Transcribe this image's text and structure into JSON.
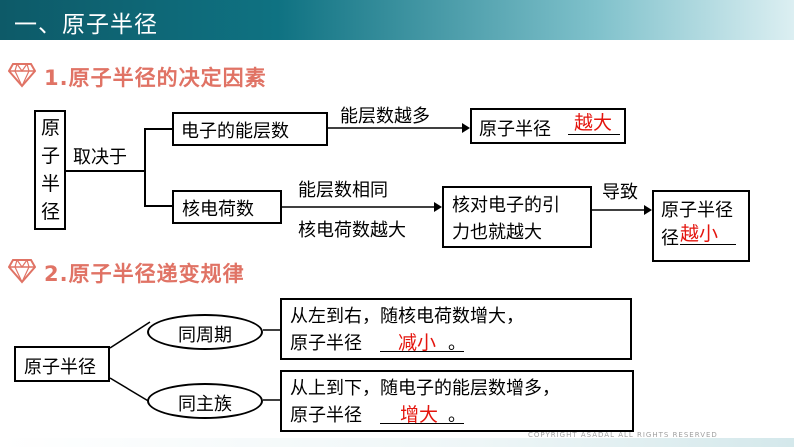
{
  "header": {
    "title": "一、原子半径"
  },
  "section1": {
    "title": "1.原子半径的决定因素",
    "root_label": "原子半径",
    "depends_on": "取决于",
    "factor_shells": "电子的能层数",
    "shells_condition": "能层数越多",
    "result1_prefix": "原子半径",
    "result1_answer": "越大",
    "factor_charge": "核电荷数",
    "charge_condition_1": "能层数相同",
    "charge_condition_2": "核电荷数越大",
    "attraction_line1": "核对电子的引",
    "attraction_line2": "力也就越大",
    "leads_to": "导致",
    "result2_line1": "原子半径",
    "result2_prefix": "径",
    "result2_answer": "越小"
  },
  "section2": {
    "title": "2.原子半径递变规律",
    "root_label": "原子半径",
    "period_label": "同周期",
    "period_line1": "从左到右，随核电荷数增大，",
    "period_line2_prefix": "原子半径",
    "period_answer": "减小",
    "period_suffix": "。",
    "group_label": "同主族",
    "group_line1": "从上到下，随电子的能层数增多，",
    "group_line2_prefix": "原子半径",
    "group_answer": "增大",
    "group_suffix": "。"
  },
  "footer": {
    "copyright": "COPYRIGHT  ASADAL  ALL RIGHTS RESERVED"
  },
  "colors": {
    "header": "#0f7282",
    "section": "#e07365",
    "answer": "#e4150e"
  }
}
